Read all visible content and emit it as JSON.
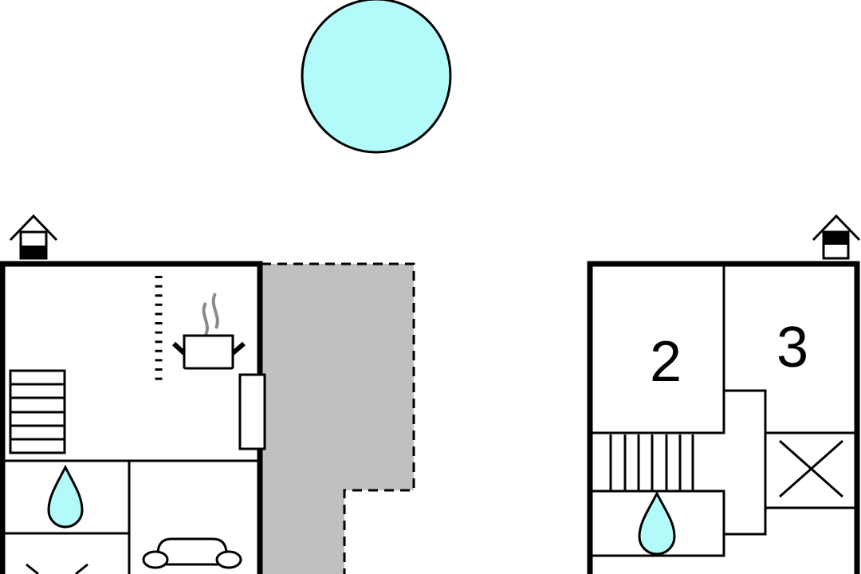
{
  "title": "Floor plan",
  "colors": {
    "water": "#b3fbfb",
    "terrace": "#c0c0c0",
    "wall": "#000000",
    "steam": "#8a8a8a"
  },
  "rooms": [
    {
      "label": "2",
      "type": "bedroom"
    },
    {
      "label": "3",
      "type": "bedroom"
    }
  ],
  "icons": [
    "pool-icon",
    "house-ground-floor-icon",
    "house-upper-floor-icon",
    "kitchen-pot-icon",
    "stairs-icon",
    "water-drop-icon",
    "sofa-icon",
    "cross-icon"
  ]
}
